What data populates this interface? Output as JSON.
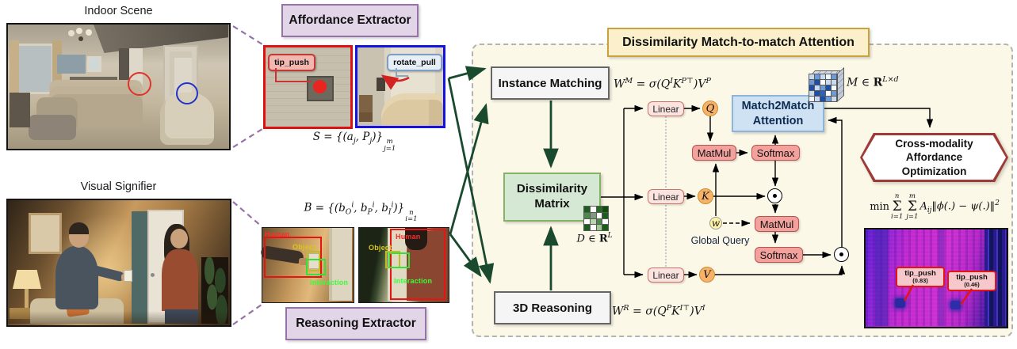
{
  "left": {
    "indoor_title": "Indoor Scene",
    "visual_title": "Visual Signifier"
  },
  "affordance": {
    "box_label": "Affordance Extractor",
    "tip_push": "tip_push",
    "rotate_pull": "rotate_pull",
    "set": {
      "lhs": "S",
      "body": "= {(a<sub>j</sub>, P<sub>j</sub>)}",
      "top": "m",
      "bottom": "j=1"
    }
  },
  "reasoning": {
    "box_label": "Reasoning Extractor",
    "set": {
      "lhs": "B",
      "body": "= {(b<sub>O</sub><sup>i</sup>, b<sub>P</sub><sup>i</sup>, b<sub>I</sub><sup>i</sup>)}",
      "top": "n",
      "bottom": "i=1"
    },
    "human": "Human",
    "object": "Object",
    "interaction": "Interaction"
  },
  "attn": {
    "title": "Dissimilarity Match-to-match Attention",
    "instance_matching": "Instance Matching",
    "dissimilarity_matrix": "Dissimilarity Matrix",
    "reasoning_3d": "3D Reasoning",
    "wm": "W<sup>M</sup> = σ(Q<sup>I</sup>K<sup>P⊤</sup>)V<sup>P</sup>",
    "wr": "W<sup>R</sup> = σ(Q<sup>P</sup>K<sup>I⊤</sup>)V<sup>I</sup>",
    "linear": "Linear",
    "matmul": "MatMul",
    "softmax": "Softmax",
    "q": "Q",
    "k": "K",
    "v": "V",
    "w": "w",
    "global_query": "Global Query",
    "match2match": "Match2Match Attention",
    "m_formula": "M ∈ <b>R</b><sup>L×d</sup>",
    "d_formula": "D ∈ <b>R</b><sup>L</sup>",
    "hexagon": "Cross-modality Affordance Optimization",
    "opt": {
      "min": "min",
      "sigma": "Σ",
      "s1_top": "n",
      "s1_bot": "i=1",
      "s2_top": "m",
      "s2_bot": "j=1",
      "body": "A<sub>ij</sub>‖ϕ(.) − ψ(.)‖<sup>2</sup>"
    }
  },
  "output": {
    "pred1_label": "tip_push",
    "pred1_score": "(0.83)",
    "pred2_label": "tip_push",
    "pred2_score": "(0.46)"
  },
  "icons": {
    "d_cells": [
      "#1b5e20",
      "#ffffff",
      "#236b23",
      "#0e4f0e",
      "#4c8a4c",
      "#7d9b7d",
      "#ffffff",
      "#1b5e20",
      "#ffffff",
      "#b7d7a8",
      "#4c8a4c",
      "#ffffff",
      "#1b5e20",
      "#ffffff",
      "#9cc98f",
      "#176117"
    ],
    "m_cells": [
      "#c9d9ef",
      "#6d9bd8",
      "#c9d9ef",
      "#f4f7fb",
      "#6d9bd8",
      "#6d9bd8",
      "#1c4fa8",
      "#ffffff",
      "#c9d9ef",
      "#c9d9ef",
      "#1c4fa8",
      "#c9d9ef",
      "#6d9bd8",
      "#1c4fa8",
      "#f4f7fb",
      "#c9d9ef",
      "#1c4fa8",
      "#2a63c4",
      "#ffffff",
      "#6d9bd8",
      "#f4f7fb",
      "#c9d9ef",
      "#1c4fa8",
      "#6d9bd8",
      "#c9d9ef"
    ]
  },
  "colors": {
    "accent_green_arrow": "#1a4a2e",
    "purple_dash": "#9673a6",
    "cream_panel": "#fcf8e8",
    "red_annotation": "#e51414",
    "blue_annotation": "#2233cc"
  }
}
